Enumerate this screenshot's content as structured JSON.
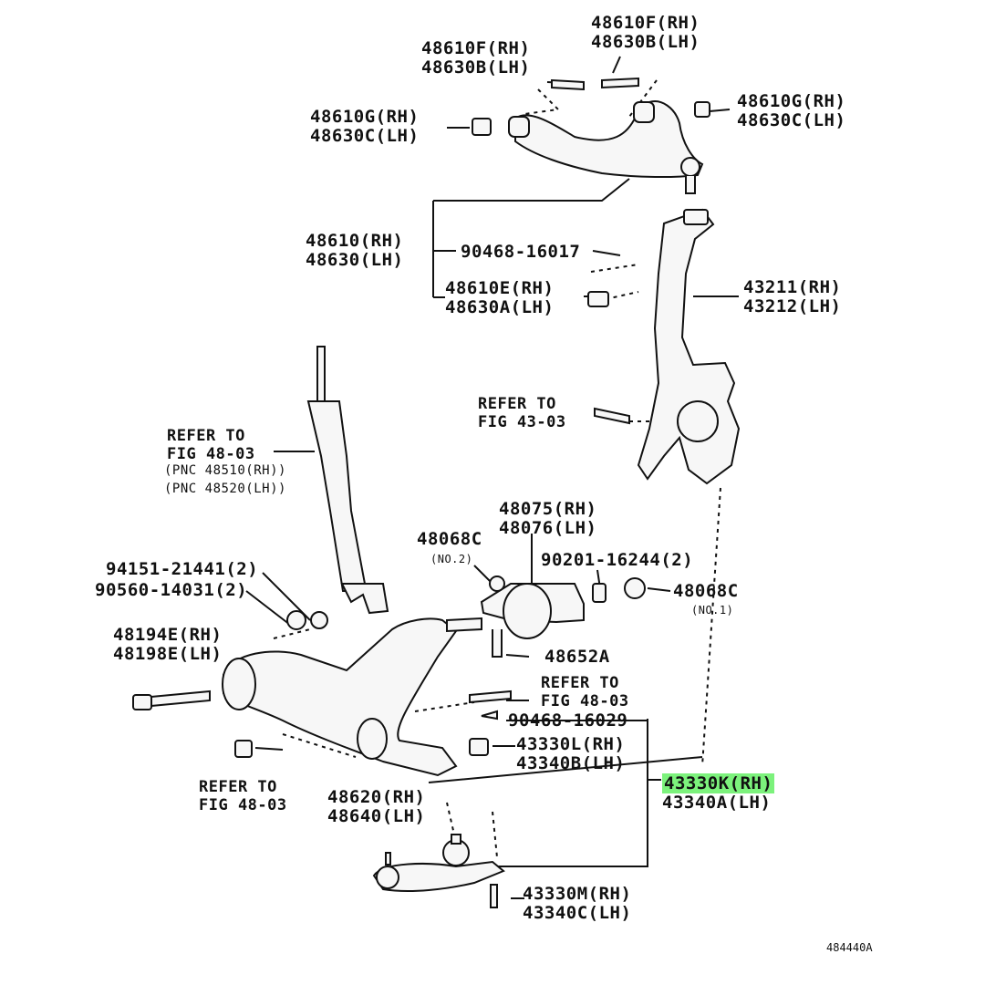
{
  "labels": {
    "upper_bolt_top_rh": "48610F(RH)",
    "upper_bolt_top_lh": "48630B(LH)",
    "upper_bolt_left_rh": "48610F(RH)",
    "upper_bolt_left_lh": "48630B(LH)",
    "upper_nut_left_rh": "48610G(RH)",
    "upper_nut_left_lh": "48630C(LH)",
    "upper_nut_right_rh": "48610G(RH)",
    "upper_nut_right_lh": "48630C(LH)",
    "upper_arm_rh": "48610(RH)",
    "upper_arm_lh": "48630(LH)",
    "cotter_pin_upper": "90468-16017",
    "upper_nut_e_rh": "48610E(RH)",
    "upper_nut_e_lh": "48630A(LH)",
    "knuckle_rh": "43211(RH)",
    "knuckle_lh": "43212(LH)",
    "refer_43_a": "REFER TO",
    "refer_43_b": "FIG 43-03",
    "refer_48_shock_a": "REFER TO",
    "refer_48_shock_b": "FIG 48-03",
    "refer_48_shock_c": "(PNC 48510(RH))",
    "refer_48_shock_d": "(PNC 48520(LH))",
    "bracket_rh": "48075(RH)",
    "bracket_lh": "48076(LH)",
    "bushing_c_top": "48068C",
    "bushing_c_top_note": "(NO.2)",
    "nut_90201": "90201-16244(2)",
    "bushing_c_right": "48068C",
    "bushing_c_right_note": "(NO.1)",
    "bolt_94151": "94151-21441(2)",
    "washer_90560": "90560-14031(2)",
    "lower_bolt_rh": "48194E(RH)",
    "lower_bolt_lh": "48198E(LH)",
    "bolt_48652a": "48652A",
    "refer_48_mid_a": "REFER TO",
    "refer_48_mid_b": "FIG 48-03",
    "cotter_pin_lower": "90468-16029",
    "nut_43330l": "43330L(RH)",
    "nut_43340b": "43340B(LH)",
    "ball_joint_rh": "43330K(RH)",
    "ball_joint_lh": "43340A(LH)",
    "refer_48_low_a": "REFER TO",
    "refer_48_low_b": "FIG 48-03",
    "lower_arm_rh": "48620(RH)",
    "lower_arm_lh": "48640(LH)",
    "bolt_43330m": "43330M(RH)",
    "bolt_43340c": "43340C(LH)",
    "figure_ref": "484440A"
  },
  "colors": {
    "line": "#111111",
    "part_fill": "#f7f7f7",
    "highlight": "#7cf27c"
  }
}
